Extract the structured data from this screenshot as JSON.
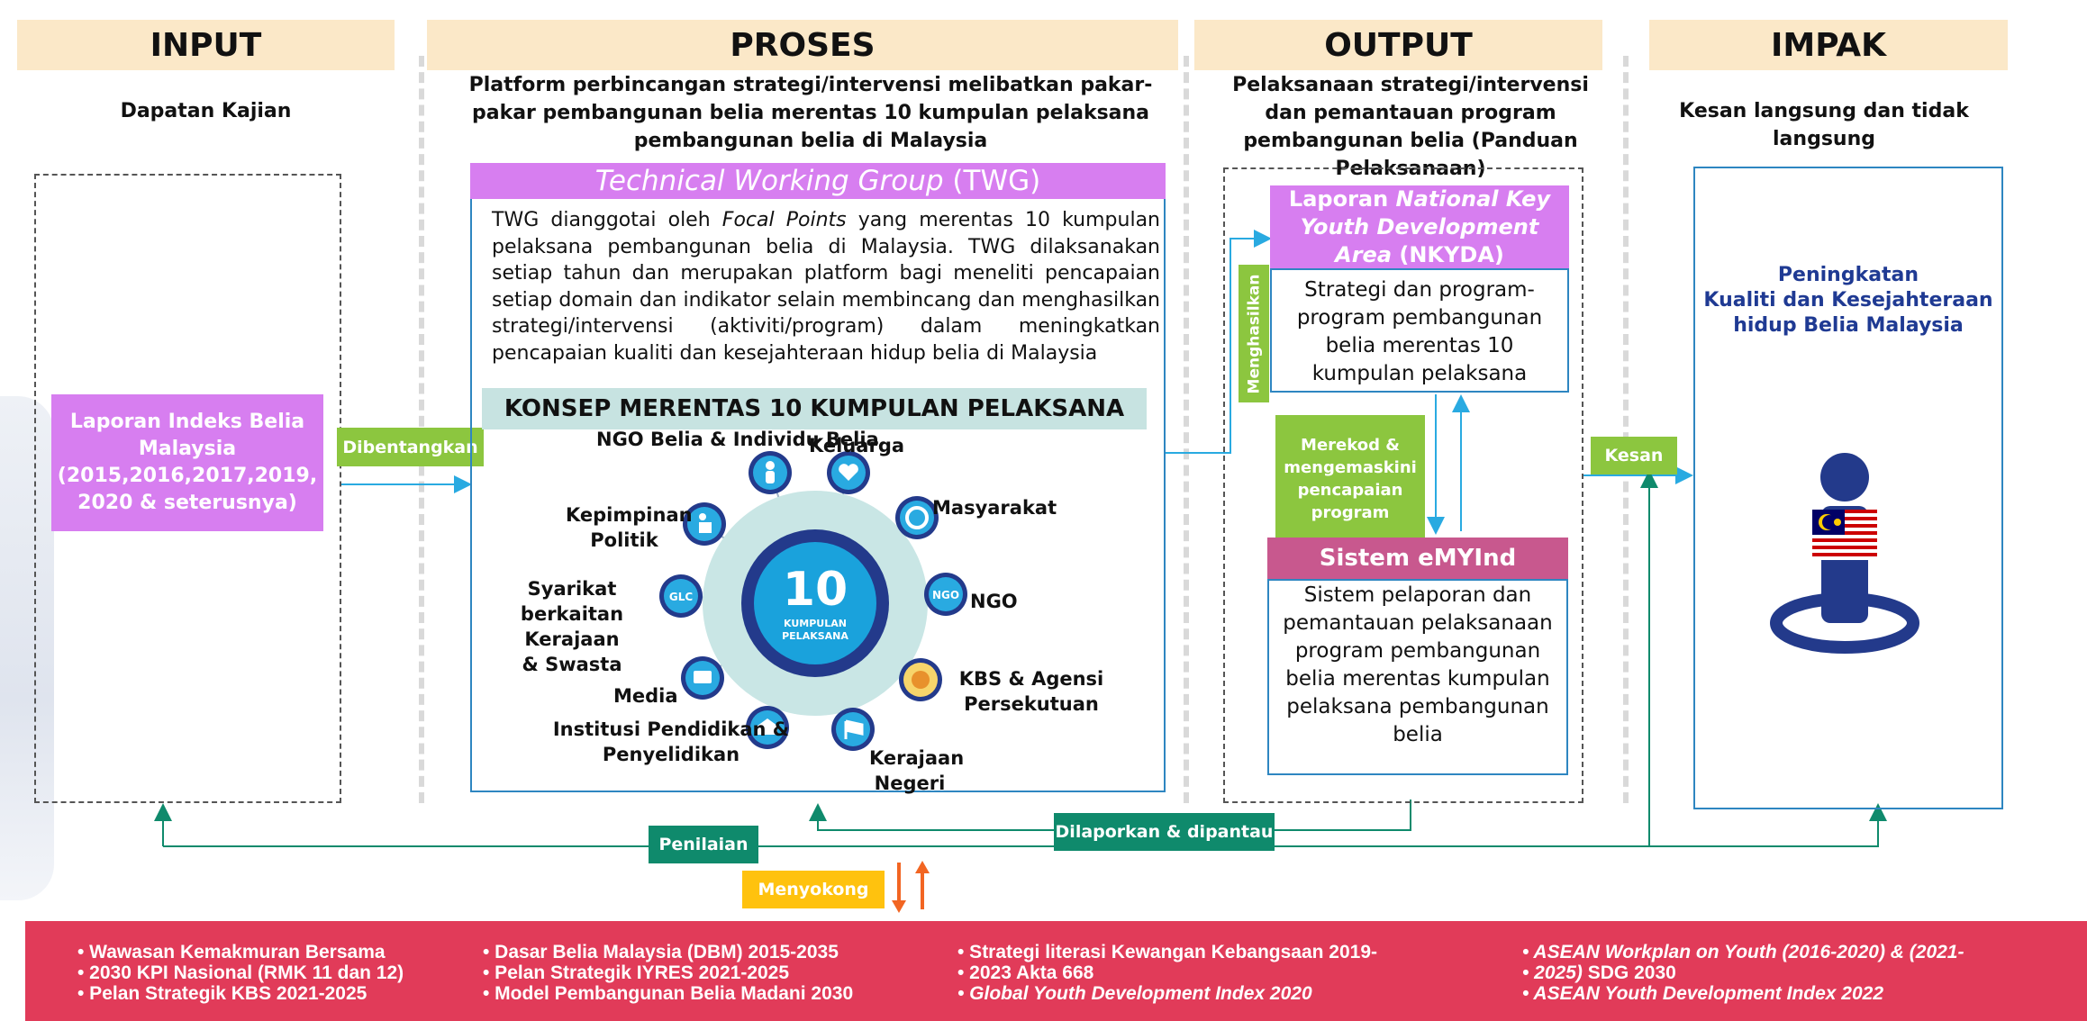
{
  "columns": {
    "input": "INPUT",
    "proses": "PROSES",
    "output": "OUTPUT",
    "impak": "IMPAK"
  },
  "subtitles": {
    "input": "Dapatan Kajian",
    "proses": "Platform perbincangan strategi/intervensi melibatkan pakar-pakar pembangunan belia merentas 10 kumpulan pelaksana pembangunan belia di Malaysia",
    "output": "Pelaksanaan strategi/intervensi dan pemantauan program pembangunan belia (Panduan Pelaksanaan)",
    "impak": "Kesan langsung dan tidak langsung"
  },
  "input_box": {
    "line1": "Laporan Indeks Belia Malaysia",
    "line2": "(2015,2016,2017,2019, 2020 & seterusnya)"
  },
  "labels": {
    "dibentangkan": "Dibentangkan",
    "menghasilkan": "Menghasilkan",
    "merekod": "Merekod & mengemaskini pencapaian program",
    "kesan": "Kesan",
    "penilaian": "Penilaian",
    "dilaporkan": "Dilaporkan & dipantau",
    "menyokong": "Menyokong"
  },
  "twg": {
    "title_italic": "Technical Working Group",
    "title_abbr": " (TWG)",
    "text_a": "TWG dianggotai oleh ",
    "text_italic": "Focal Points",
    "text_b": " yang merentas 10 kumpulan pelaksana pembangunan belia di Malaysia. TWG dilaksanakan setiap tahun dan merupakan platform bagi meneliti pencapaian setiap domain dan indikator  selain membincang dan menghasilkan strategi/intervensi (aktiviti/program) dalam meningkatkan pencapaian kualiti dan kesejahteraan hidup belia di Malaysia"
  },
  "konsep": {
    "title": "KONSEP MERENTAS 10 KUMPULAN PELAKSANA",
    "center_number": "10",
    "center_label_1": "KUMPULAN",
    "center_label_2": "PELAKSANA",
    "groups": [
      {
        "label": "NGO Belia & Individu Belia",
        "icon": "person-icon"
      },
      {
        "label": "Keluarga",
        "icon": "family-heart-icon"
      },
      {
        "label": "Masyarakat",
        "icon": "community-icon"
      },
      {
        "label": "NGO",
        "icon": "ngo-icon"
      },
      {
        "label": "KBS & Agensi Persekutuan",
        "icon": "kbs-logo-icon"
      },
      {
        "label": "Kerajaan Negeri",
        "icon": "flag-icon"
      },
      {
        "label": "Institusi Pendidikan & Penyelidikan",
        "icon": "building-icon"
      },
      {
        "label": "Media",
        "icon": "tv-icon"
      },
      {
        "label": "Syarikat berkaitan Kerajaan & Swasta",
        "icon": "glc-icon"
      },
      {
        "label": "Kepimpinan Politik",
        "icon": "podium-icon"
      }
    ]
  },
  "output_box": {
    "nkyda_a": "Laporan ",
    "nkyda_italic": "National Key Youth Development Area",
    "nkyda_b": " (NKYDA)",
    "strategi": "Strategi dan program-program pembangunan belia merentas 10 kumpulan pelaksana",
    "emyind_title": "Sistem eMYInd",
    "emyind_text": "Sistem pelaporan dan pemantauan pelaksanaan program pembangunan belia merentas kumpulan pelaksana pembangunan belia"
  },
  "impak_box": {
    "line1": "Peningkatan",
    "line2": "Kualiti dan Kesejahteraan",
    "line3": "hidup Belia Malaysia"
  },
  "bottom": {
    "col1": [
      "• Wawasan Kemakmuran Bersama",
      "• 2030 KPI Nasional (RMK 11 dan 12)",
      "• Pelan Strategik KBS 2021-2025"
    ],
    "col2": [
      "• Dasar Belia Malaysia (DBM) 2015-2035",
      "• Pelan Strategik IYRES 2021-2025",
      "• Model Pembangunan Belia Madani 2030"
    ],
    "col3": [
      "• Strategi literasi Kewangan Kebangsaan 2019-",
      "• 2023 Akta 668",
      "• Global Youth Development Index 2020"
    ],
    "col4_1": "• ASEAN Workplan on Youth (2016-2020) & (2021-",
    "col4_2a": "• 2025)",
    "col4_2b": " SDG 2030",
    "col4_3": "• ASEAN Youth Development Index 2022"
  },
  "colors": {
    "header_bg": "#fbe8c8",
    "green": "#8cc63f",
    "teal": "#0f8a6c",
    "purple": "#d77ef0",
    "magenta": "#c8588e",
    "navy": "#1f3a93",
    "band": "#e13b59",
    "yellow": "#ffc20e",
    "orange": "#f26522"
  }
}
